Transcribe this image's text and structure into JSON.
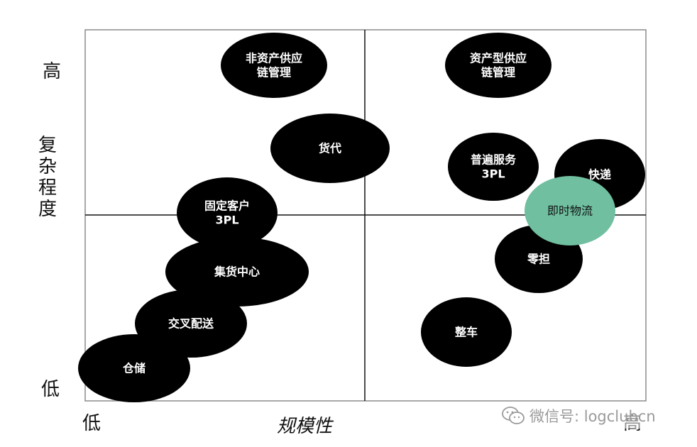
{
  "diagram": {
    "y_high": "高",
    "y_low": "低",
    "y_label": "复杂程度",
    "x_low": "低",
    "x_label": "规模性",
    "x_high": "高",
    "nodes": [
      {
        "id": "non-asset-scm",
        "label": "非资产供应链管理",
        "lines": [
          "非资产供应",
          "链管理"
        ],
        "fill": "#000000"
      },
      {
        "id": "asset-scm",
        "label": "资产型供应链管理",
        "lines": [
          "资产型供应",
          "链管理"
        ],
        "fill": "#000000"
      },
      {
        "id": "freight-forwarding",
        "label": "货代",
        "lines": [
          "货代"
        ],
        "fill": "#000000"
      },
      {
        "id": "general-3pl",
        "label": "普遍服务3PL",
        "lines": [
          "普遍服务",
          "3PL"
        ],
        "fill": "#000000"
      },
      {
        "id": "express",
        "label": "快递",
        "lines": [
          "快递"
        ],
        "fill": "#000000"
      },
      {
        "id": "fixed-client-3pl",
        "label": "固定客户3PL",
        "lines": [
          "固定客户",
          "3PL"
        ],
        "fill": "#000000"
      },
      {
        "id": "instant-logistics",
        "label": "即时物流",
        "lines": [
          "即时物流"
        ],
        "fill": "#6fbfa0"
      },
      {
        "id": "consolidation-center",
        "label": "集货中心",
        "lines": [
          "集货中心"
        ],
        "fill": "#000000"
      },
      {
        "id": "ltl",
        "label": "零担",
        "lines": [
          "零担"
        ],
        "fill": "#000000"
      },
      {
        "id": "cross-docking",
        "label": "交叉配送",
        "lines": [
          "交叉配送"
        ],
        "fill": "#000000"
      },
      {
        "id": "ftl",
        "label": "整车",
        "lines": [
          "整车"
        ],
        "fill": "#000000"
      },
      {
        "id": "warehousing",
        "label": "仓储",
        "lines": [
          "仓储"
        ],
        "fill": "#000000"
      }
    ]
  },
  "watermark": {
    "text": "微信号: logclubcn",
    "icon": "wechat-icon"
  }
}
